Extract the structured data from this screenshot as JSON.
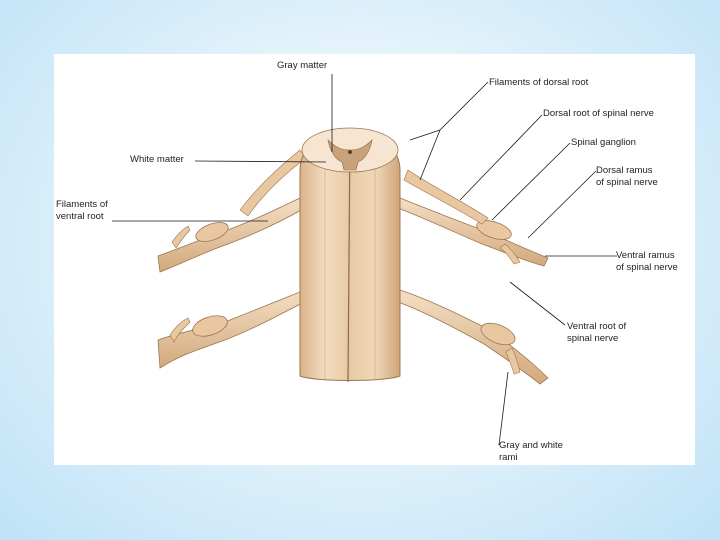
{
  "slide": {
    "accent": "#bfe2f7",
    "panel_bg": "#ffffff"
  },
  "diagram": {
    "colors": {
      "tissue": "#eccfae",
      "tissue_dark": "#c49a6e",
      "outline": "#8a6a4a",
      "leader": "#1a1a1a"
    },
    "labels": {
      "gray_matter": "Gray matter",
      "white_matter": "White matter",
      "filaments_ventral_1": "Filaments of",
      "filaments_ventral_2": "ventral root",
      "filaments_dorsal": "Filaments of dorsal root",
      "dorsal_root": "Dorsal root of spinal nerve",
      "spinal_ganglion": "Spinal ganglion",
      "dorsal_ramus_1": "Dorsal ramus",
      "dorsal_ramus_2": "of spinal nerve",
      "ventral_ramus_1": "Ventral ramus",
      "ventral_ramus_2": "of spinal nerve",
      "ventral_root_1": "Ventral root of",
      "ventral_root_2": "spinal nerve",
      "gray_white_rami_1": "Gray and white",
      "gray_white_rami_2": "rami"
    }
  }
}
